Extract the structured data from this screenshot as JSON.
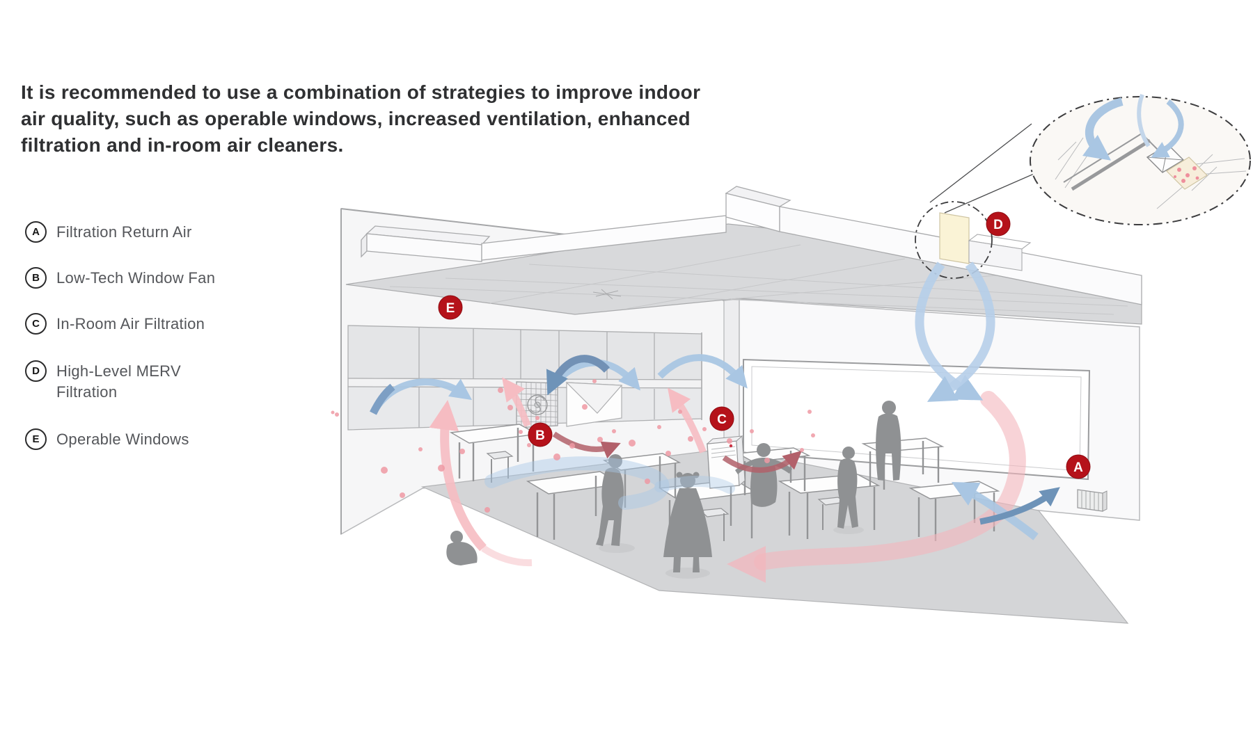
{
  "title": {
    "lines": [
      "It is recommended to use a combination of strategies to improve indoor",
      "air quality, such as operable windows, increased ventilation, enhanced",
      "filtration and in-room air cleaners."
    ]
  },
  "legend": {
    "items": [
      {
        "letter": "A",
        "label": "Filtration Return Air"
      },
      {
        "letter": "B",
        "label": "Low-Tech Window Fan"
      },
      {
        "letter": "C",
        "label": "In-Room Air Filtration"
      },
      {
        "letter": "D",
        "label": "High-Level MERV Filtration"
      },
      {
        "letter": "E",
        "label": "Operable Windows"
      }
    ]
  },
  "diagram": {
    "markers": [
      {
        "letter": "A"
      },
      {
        "letter": "B"
      },
      {
        "letter": "C"
      },
      {
        "letter": "D"
      },
      {
        "letter": "E"
      }
    ],
    "colors": {
      "marker_red": "#b5121a",
      "airflow_blue": "#a9c6e3",
      "airflow_blue_dark": "#6e93b8",
      "airflow_pink": "#f5b9c0",
      "airflow_maroon": "#b2606a",
      "particle_pink": "#ef9aa4",
      "filter_highlight_yellow": "#faf3d6"
    }
  }
}
